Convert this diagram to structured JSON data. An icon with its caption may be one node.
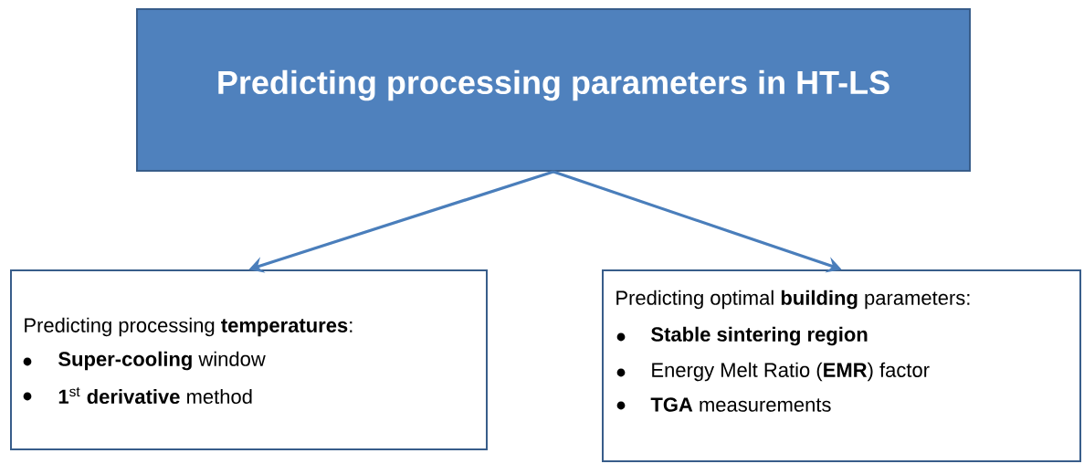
{
  "diagram": {
    "nodes": [
      {
        "text": [
          "Predicting processing parameters in HT-LS"
        ]
      },
      {
        "text": [
          "Predicting processing **temperatures**:",
          "**Super-cooling** window",
          "**1**$^{st}$ **derivative** method"
        ]
      },
      {
        "text": [
          "Predicting optimal **building** parameters:",
          "**Stable sintering region**",
          "Energy Melt Ratio (**EMR**) factor",
          "**TGA** measurements"
        ]
      }
    ],
    "edges": [
      {
        "from": 0,
        "to": 1,
        "arrow": "to"
      },
      {
        "from": 0,
        "to": 2,
        "arrow": "to"
      }
    ]
  }
}
